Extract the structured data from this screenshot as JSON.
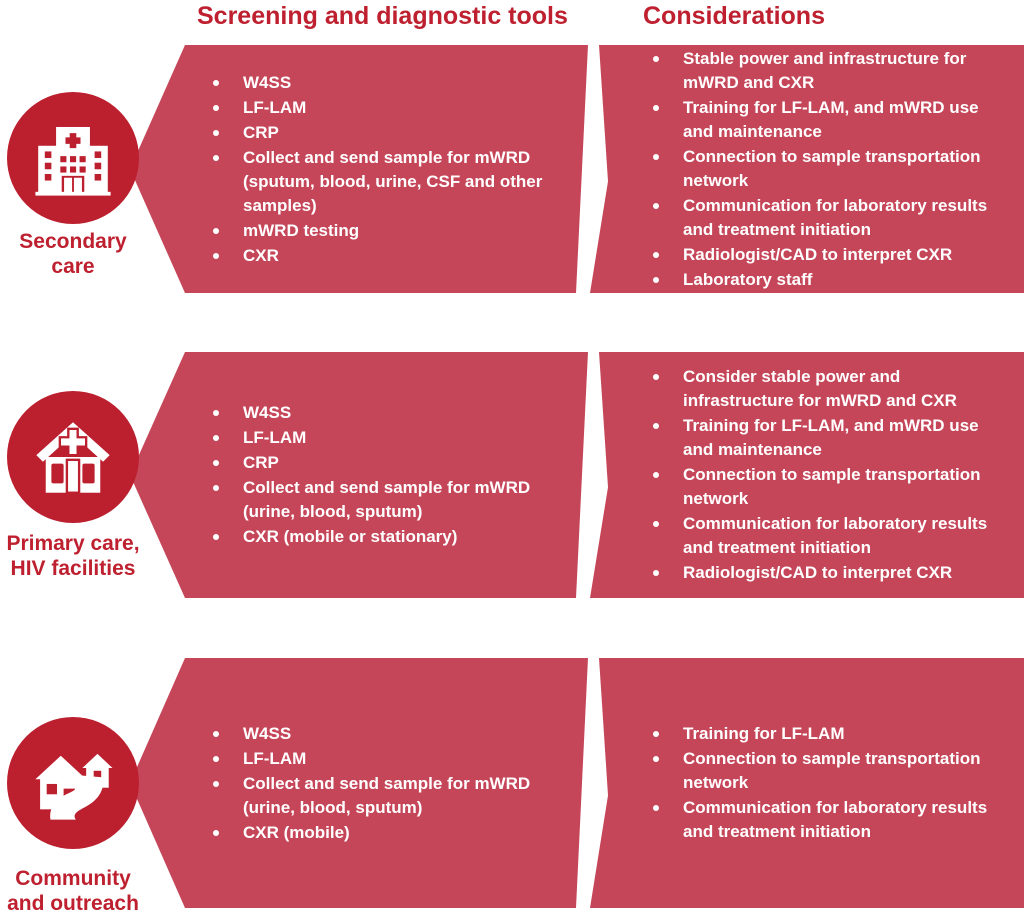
{
  "headers": {
    "tools": "Screening and diagnostic tools",
    "considerations": "Considerations"
  },
  "colors": {
    "brand_red": "#bc202f",
    "panel_rose": "#c64659",
    "text_white": "#ffffff"
  },
  "rows": [
    {
      "label_lines": [
        "Secondary",
        "care"
      ],
      "icon": "hospital-icon",
      "tools": [
        "W4SS",
        "LF-LAM",
        "CRP",
        "Collect and send sample for mWRD (sputum, blood, urine, CSF and other samples)",
        "mWRD testing",
        "CXR"
      ],
      "considerations": [
        "Stable power and infrastructure for mWRD and CXR",
        "Training for LF-LAM, and mWRD use and maintenance",
        "Connection to sample transportation network",
        "Communication for laboratory results and treatment initiation",
        "Radiologist/CAD to interpret CXR",
        "Laboratory staff"
      ]
    },
    {
      "label_lines": [
        "Primary care,",
        "HIV facilities"
      ],
      "icon": "clinic-icon",
      "tools": [
        "W4SS",
        "LF-LAM",
        "CRP",
        "Collect and send sample for mWRD (urine, blood, sputum)",
        "CXR (mobile or stationary)"
      ],
      "considerations": [
        "Consider stable power and infrastructure for mWRD and CXR",
        "Training for LF-LAM, and mWRD use and maintenance",
        "Connection to sample transportation network",
        "Communication for laboratory results and treatment initiation",
        "Radiologist/CAD to interpret CXR"
      ]
    },
    {
      "label_lines": [
        "Community",
        "and outreach"
      ],
      "icon": "community-houses-icon",
      "tools": [
        "W4SS",
        "LF-LAM",
        "Collect and send sample for mWRD (urine, blood, sputum)",
        "CXR (mobile)"
      ],
      "considerations": [
        "Training for LF-LAM",
        "Connection to sample transportation network",
        "Communication for laboratory results and treatment initiation"
      ]
    }
  ]
}
